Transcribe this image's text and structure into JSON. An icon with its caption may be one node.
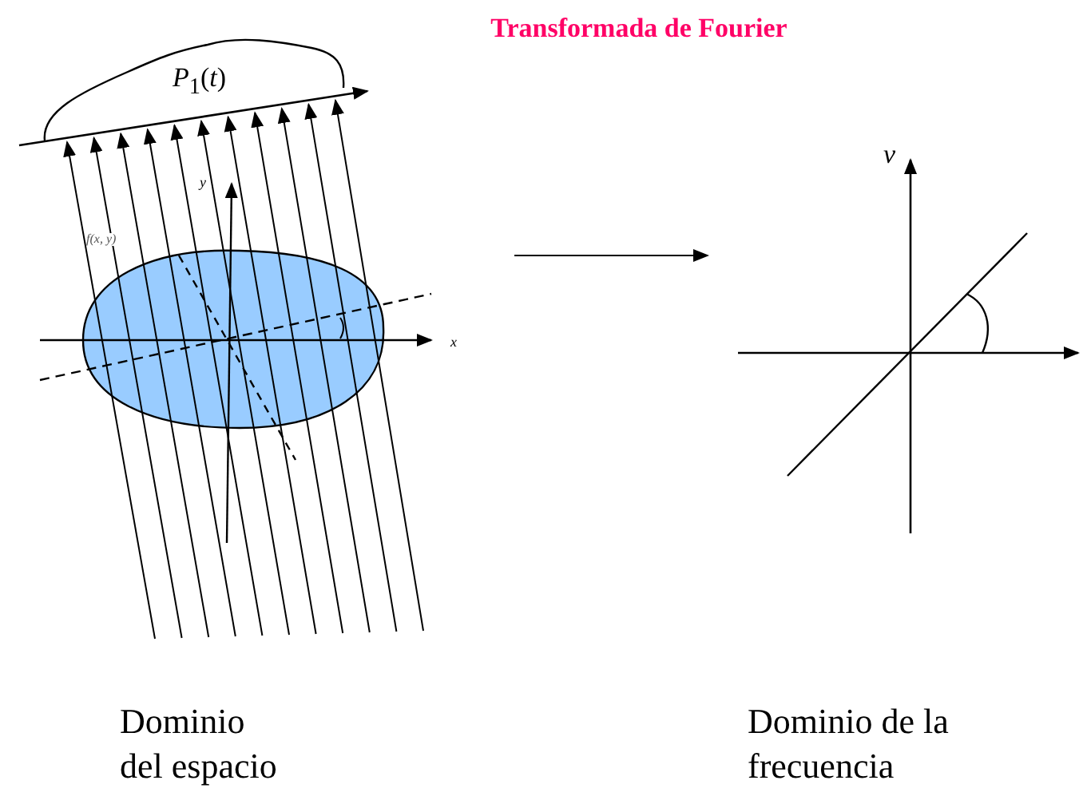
{
  "diagram": {
    "title": "Transformada de Fourier",
    "nodes": [
      {
        "text": [],
        "shape": "picture"
      },
      {
        "text": [],
        "shape": "picture"
      }
    ],
    "edges": [
      {
        "from": 0,
        "to": 1,
        "arrow": "to"
      }
    ],
    "labels": [
      "*P*$_{1}$(*t*)",
      "y",
      "f(x, y)",
      "x",
      "v",
      "Dominio del espacio",
      "Dominio de la frecuencia"
    ]
  }
}
